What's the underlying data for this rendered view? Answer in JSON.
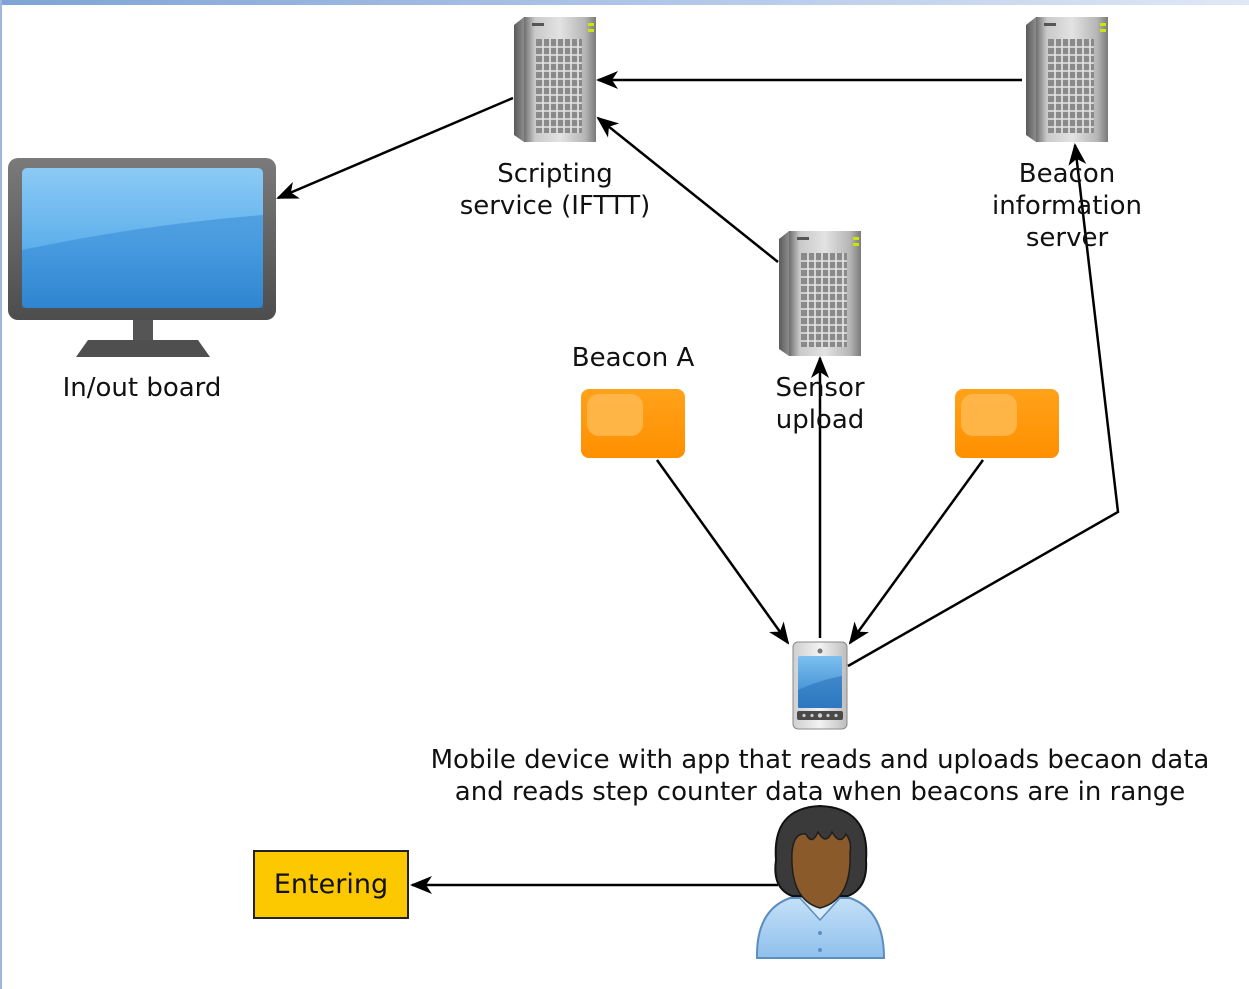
{
  "nodes": {
    "scripting_service": {
      "line1": "Scripting",
      "line2": "service (IFTTT)"
    },
    "beacon_info_server": {
      "line1": "Beacon",
      "line2": "information",
      "line3": "server"
    },
    "sensor_upload": {
      "line1": "Sensor",
      "line2": "upload"
    },
    "board": {
      "label": "In/out board"
    },
    "beacon_a": {
      "label": "Beacon A"
    },
    "mobile_device": {
      "line1": "Mobile device with app that reads and uploads becaon data",
      "line2": "and reads step counter data when beacons are in range"
    },
    "entering": {
      "label": "Entering"
    }
  },
  "colors": {
    "beacon": "#ff9800",
    "entering_fill": "#fcc800",
    "monitor_screen": "#3f92dc",
    "person_shirt": "#a9cff1"
  },
  "icons": [
    "server-icon",
    "monitor-icon",
    "beacon-icon",
    "smartphone-icon",
    "person-icon"
  ]
}
